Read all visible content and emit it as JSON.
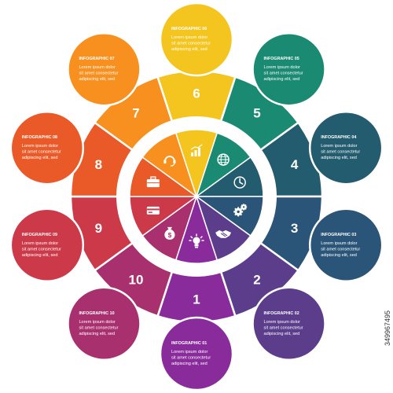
{
  "segments": [
    {
      "number": "1",
      "title": "INFOGRAPHIC 01",
      "text": [
        "Lorem ipsum dolor",
        "sit amet consectetur",
        "adipiscing elit, sed"
      ],
      "color": "#8a2b9c",
      "icon": "lightbulb-icon"
    },
    {
      "number": "10",
      "title": "INFOGRAPHIC 10",
      "text": [
        "Lorem ipsum dolor",
        "sit amet consectetur",
        "adipiscing elit, sed"
      ],
      "color": "#a8306e",
      "icon": "money-bag-icon"
    },
    {
      "number": "9",
      "title": "INFOGRAPHIC 09",
      "text": [
        "Lorem ipsum dolor",
        "sit amet consectetur",
        "adipiscing elit, sed"
      ],
      "color": "#cc3a4a",
      "icon": "credit-card-icon"
    },
    {
      "number": "8",
      "title": "INFOGRAPHIC 08",
      "text": [
        "Lorem ipsum dolor",
        "sit amet consectetur",
        "adipiscing elit, sed"
      ],
      "color": "#ea5a28",
      "icon": "briefcase-icon"
    },
    {
      "number": "7",
      "title": "INFOGRAPHIC 07",
      "text": [
        "Lorem ipsum dolor",
        "sit amet consectetur",
        "adipiscing elit, sed"
      ],
      "color": "#f7901e",
      "icon": "headset-icon"
    },
    {
      "number": "6",
      "title": "INFOGRAPHIC 06",
      "text": [
        "Lorem ipsum dolor",
        "sit amet consectetur",
        "adipiscing elit, sed"
      ],
      "color": "#f4c51f",
      "icon": "growth-chart-icon"
    },
    {
      "number": "5",
      "title": "INFOGRAPHIC 05",
      "text": [
        "Lorem ipsum dolor",
        "sit amet consectetur",
        "adipiscing elit, sed"
      ],
      "color": "#1a8a72",
      "icon": "globe-icon"
    },
    {
      "number": "4",
      "title": "INFOGRAPHIC 04",
      "text": [
        "Lorem ipsum dolor",
        "sit amet consectetur",
        "adipiscing elit, sed"
      ],
      "color": "#235c6e",
      "icon": "clock-icon"
    },
    {
      "number": "3",
      "title": "INFOGRAPHIC 03",
      "text": [
        "Lorem ipsum dolor",
        "sit amet consectetur",
        "adipiscing elit, sed"
      ],
      "color": "#2a5578",
      "icon": "gears-icon"
    },
    {
      "number": "2",
      "title": "INFOGRAPHIC 02",
      "text": [
        "Lorem ipsum dolor",
        "sit amet consectetur",
        "adipiscing elit, sed"
      ],
      "color": "#5b3d8c",
      "icon": "handshake-icon"
    }
  ],
  "stock_id": "349967495"
}
